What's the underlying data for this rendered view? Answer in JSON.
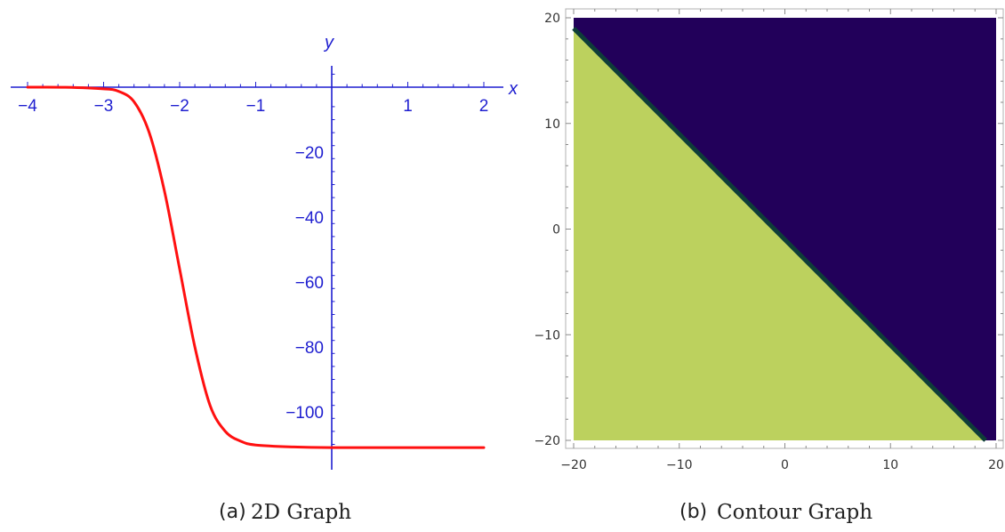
{
  "chart_data": [
    {
      "type": "line",
      "caption": {
        "marker": "(a)",
        "text": "2D Graph"
      },
      "xlabel": "x",
      "ylabel": "y",
      "xlim": [
        -4,
        2.05
      ],
      "ylim": [
        -112,
        0
      ],
      "xticks": [
        {
          "value": -4,
          "label": "-4"
        },
        {
          "value": -3,
          "label": "-3"
        },
        {
          "value": -2,
          "label": "-2"
        },
        {
          "value": -1,
          "label": "-1"
        },
        {
          "value": 1,
          "label": "1"
        },
        {
          "value": 2,
          "label": "2"
        }
      ],
      "yticks": [
        {
          "value": -20,
          "label": "-20"
        },
        {
          "value": -40,
          "label": "-40"
        },
        {
          "value": -60,
          "label": "-60"
        },
        {
          "value": -80,
          "label": "-80"
        },
        {
          "value": -100,
          "label": "-100"
        }
      ],
      "series": [
        {
          "color": "#ff1010",
          "x": [
            -4,
            -3.5,
            -3,
            -2.8,
            -2.6,
            -2.4,
            -2.2,
            -2.0,
            -1.8,
            -1.6,
            -1.4,
            -1.2,
            -1.0,
            -0.5,
            0,
            1,
            2
          ],
          "y": [
            0,
            -0.03,
            -0.5,
            -1.3,
            -4.5,
            -14,
            -32,
            -56,
            -80,
            -98,
            -106,
            -109,
            -110.2,
            -110.8,
            -111,
            -111,
            -111
          ]
        }
      ],
      "colors": {
        "axes": "#1f1fd0",
        "curve": "#ff1010"
      },
      "grid": false
    },
    {
      "type": "heatmap",
      "caption": {
        "marker": "(b)",
        "text": "Contour Graph"
      },
      "xlim": [
        -20,
        20
      ],
      "ylim": [
        -20,
        20
      ],
      "xticks": [
        {
          "value": -20,
          "label": "-20"
        },
        {
          "value": -10,
          "label": "-10"
        },
        {
          "value": 0,
          "label": "0"
        },
        {
          "value": 10,
          "label": "10"
        },
        {
          "value": 20,
          "label": "20"
        }
      ],
      "yticks": [
        {
          "value": -20,
          "label": "-20"
        },
        {
          "value": -10,
          "label": "-10"
        },
        {
          "value": 0,
          "label": "0"
        },
        {
          "value": 10,
          "label": "10"
        },
        {
          "value": 20,
          "label": "20"
        }
      ],
      "boundary": {
        "from": [
          -20,
          19
        ],
        "to": [
          19,
          -20
        ]
      },
      "regions": [
        {
          "side": "upper-right",
          "color": "#22005a"
        },
        {
          "side": "lower-left",
          "color": "#bcd15e"
        }
      ],
      "boundary_color": "#0e3e38",
      "grid": false
    }
  ]
}
